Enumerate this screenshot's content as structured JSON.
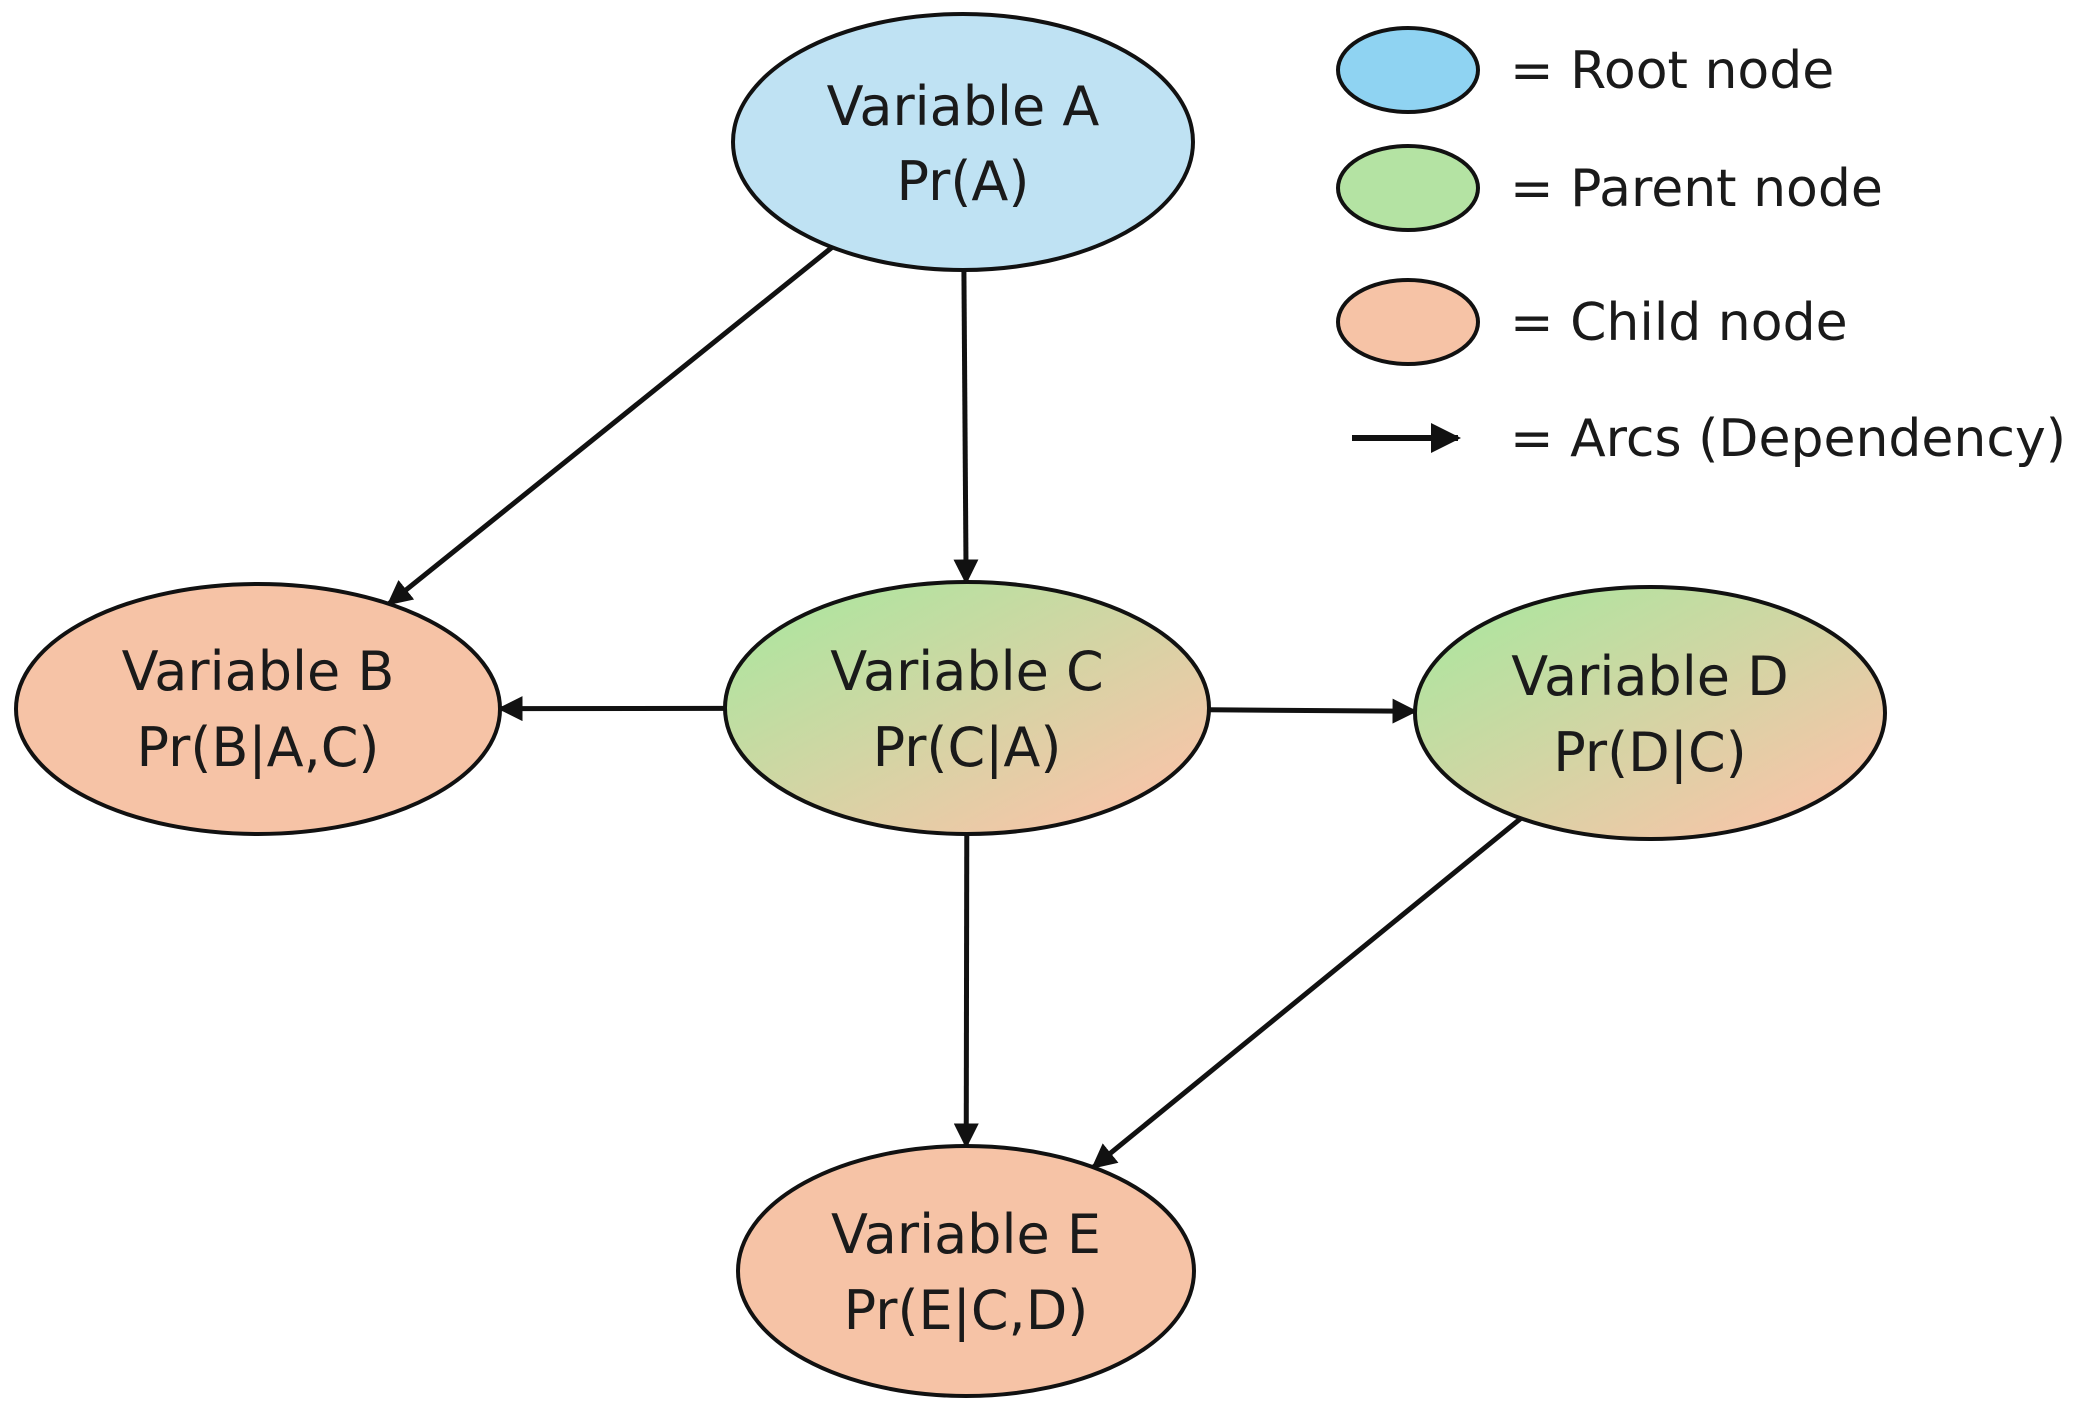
{
  "colors": {
    "root_fill": "#bfe2f3",
    "parent_fill_start": "#b3e3a0",
    "parent_fill_end": "#f4c6a8",
    "child_fill": "#f6c3a6",
    "legend_root": "#8fd3f2",
    "legend_parent": "#b4e3a3",
    "legend_child": "#f6c3a6",
    "stroke": "#111111"
  },
  "nodes": {
    "a": {
      "line1": "Variable A",
      "line2": "Pr(A)"
    },
    "b": {
      "line1": "Variable B",
      "line2": "Pr(B|A,C)"
    },
    "c": {
      "line1": "Variable C",
      "line2": "Pr(C|A)"
    },
    "d": {
      "line1": "Variable D",
      "line2": "Pr(D|C)"
    },
    "e": {
      "line1": "Variable E",
      "line2": "Pr(E|C,D)"
    }
  },
  "edges": [
    {
      "from": "a",
      "to": "b"
    },
    {
      "from": "a",
      "to": "c"
    },
    {
      "from": "c",
      "to": "b"
    },
    {
      "from": "c",
      "to": "d"
    },
    {
      "from": "c",
      "to": "e"
    },
    {
      "from": "d",
      "to": "e"
    }
  ],
  "legend": {
    "root": "= Root node",
    "parent": "= Parent node",
    "child": "= Child node",
    "arcs": "= Arcs (Dependency)"
  }
}
